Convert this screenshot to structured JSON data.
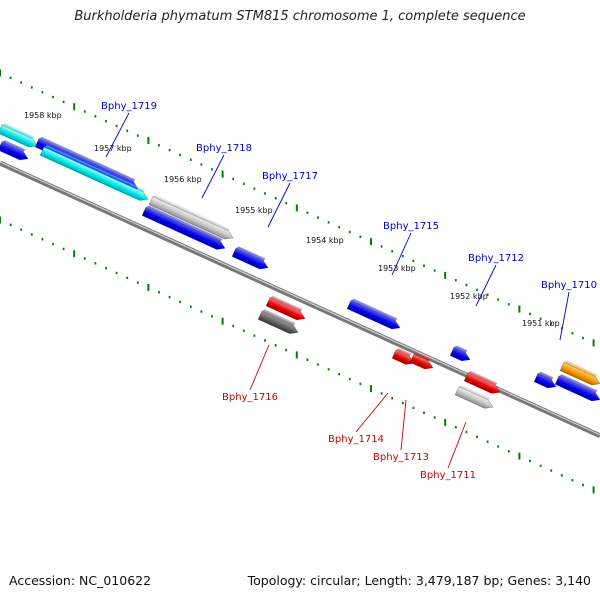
{
  "title": "Burkholderia phymatum STM815 chromosome 1, complete sequence",
  "footer": {
    "accession": "Accession: NC_010622",
    "summary": "Topology: circular; Length: 3,479,187 bp; Genes: 3,140"
  },
  "colors": {
    "forward_label": "#0000cc",
    "reverse_label": "#cc0000",
    "tick": "#008000",
    "backbone": "#888888"
  },
  "kbp_ticks": [
    "1958 kbp",
    "1957 kbp",
    "1956 kbp",
    "1955 kbp",
    "1954 kbp",
    "1953 kbp",
    "1952 kbp",
    "1951 kbp"
  ],
  "forward_genes": [
    "Bphy_1719",
    "Bphy_1718",
    "Bphy_1717",
    "Bphy_1715",
    "Bphy_1712",
    "Bphy_1710"
  ],
  "reverse_genes": [
    "Bphy_1716",
    "Bphy_1714",
    "Bphy_1713",
    "Bphy_1711"
  ]
}
